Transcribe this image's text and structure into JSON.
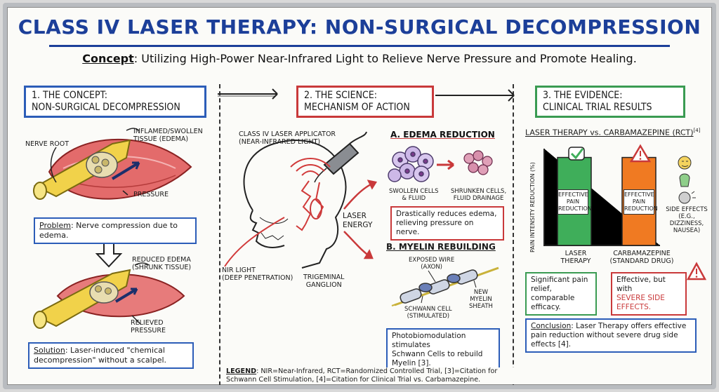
{
  "title": "CLASS IV LASER THERAPY: NON-SURGICAL DECOMPRESSION",
  "concept": {
    "label": "Concept",
    "text": ": Utilizing High-Power Near-Infrared Light to Relieve Nerve Pressure and Promote Healing."
  },
  "panel1": {
    "heading_line1": "1. THE CONCEPT:",
    "heading_line2": "NON-SURGICAL DECOMPRESSION",
    "label_nerve_root": "NERVE ROOT",
    "label_inflamed_1": "INFLAMED/SWOLLEN",
    "label_inflamed_2": "TISSUE (EDEMA)",
    "label_pressure": "PRESSURE",
    "problem_label": "Problem",
    "problem_text": ": Nerve compression due to edema.",
    "label_reduced_1": "REDUCED EDEMA",
    "label_reduced_2": "(SHRUNK TISSUE)",
    "label_relieved_1": "RELIEVED",
    "label_relieved_2": "PRESSURE",
    "solution_label": "Solution",
    "solution_line1": ": Laser-induced \"chemical",
    "solution_line2": "decompression\" without a scalpel."
  },
  "panel2": {
    "heading_line1": "2. THE SCIENCE:",
    "heading_line2": "MECHANISM OF ACTION",
    "applicator_line1": "CLASS IV LASER APPLICATOR",
    "applicator_line2": "(NEAR-INFRARED LIGHT)",
    "nir_line1": "NIR LIGHT",
    "nir_line2": "(DEEP PENETRATION)",
    "trigeminal_line1": "TRIGEMINAL",
    "trigeminal_line2": "GANGLION",
    "laser_energy_line1": "LASER",
    "laser_energy_line2": "ENERGY",
    "edema_heading": "A. EDEMA REDUCTION",
    "swollen_line1": "SWOLLEN CELLS",
    "swollen_line2": "& FLUID",
    "shrunken_line1": "SHRUNKEN CELLS,",
    "shrunken_line2": "FLUID DRAINAGE",
    "edema_box_line1": "Drastically reduces edema,",
    "edema_box_line2": "relieving pressure on nerve.",
    "myelin_heading": "B. MYELIN REBUILDING",
    "exposed_line1": "EXPOSED WIRE",
    "exposed_line2": "(AXON)",
    "schwann_line1": "SCHWANN CELL",
    "schwann_line2": "(STIMULATED)",
    "new_myelin_line1": "NEW",
    "new_myelin_line2": "MYELIN",
    "new_myelin_line3": "SHEATH",
    "myelin_box_line1": "Photobiomodulation stimulates",
    "myelin_box_line2": "Schwann Cells to rebuild",
    "myelin_box_line3": "Myelin [3].",
    "legend_label": "LEGEND",
    "legend_line1": ": NIR=Near-Infrared, RCT=Randomized Controlled Trial, [3]=Citation for",
    "legend_line2": "Schwann Cell Stimulation, [4]=Citation for Clinical Trial vs. Carbamazepine."
  },
  "panel3": {
    "heading_line1": "3. THE EVIDENCE:",
    "heading_line2": "CLINICAL TRIAL RESULTS",
    "chart_title": "LASER THERAPY vs. CARBAMAZEPINE (RCT)",
    "chart_title_ref": "[4]",
    "side_effects_line1": "SIDE EFFECTS",
    "side_effects_line2": "(E.G., DIZZINESS,",
    "side_effects_line3": "NAUSEA)",
    "laser_box_line1": "Significant pain",
    "laser_box_line2": "relief, comparable",
    "laser_box_line3": "efficacy.",
    "carb_box_line1": "Effective, but with",
    "carb_box_line2": "SEVERE SIDE",
    "carb_box_line3": "EFFECTS.",
    "conclusion_label": "Conclusion",
    "conclusion_line1": ": Laser Therapy offers effective",
    "conclusion_line2": "pain reduction without severe drug side",
    "conclusion_line3": "effects [4]."
  },
  "colors": {
    "title_blue": "#1c3f99",
    "blue": "#2c5db8",
    "red": "#c9393a",
    "green": "#3a9b52",
    "orange": "#f07a22"
  },
  "chart_data": {
    "type": "bar",
    "ylabel": "PAIN INTENSITY REDUCTION (%)",
    "categories": [
      "LASER THERAPY",
      "CARBAMAZEPINE (STANDARD DRUG)"
    ],
    "category_line1": [
      "LASER",
      "CARBAMAZEPINE"
    ],
    "category_line2": [
      "THERAPY",
      "(STANDARD DRUG)"
    ],
    "values": [
      100,
      100
    ],
    "bar_labels": [
      [
        "EFFECTIVE",
        "PAIN",
        "REDUCTION"
      ],
      [
        "EFFECTIVE",
        "PAIN",
        "REDUCTION"
      ]
    ],
    "bar_colors": [
      "#3fae5a",
      "#f07a22"
    ],
    "grid": false,
    "ylim": [
      0,
      110
    ]
  }
}
